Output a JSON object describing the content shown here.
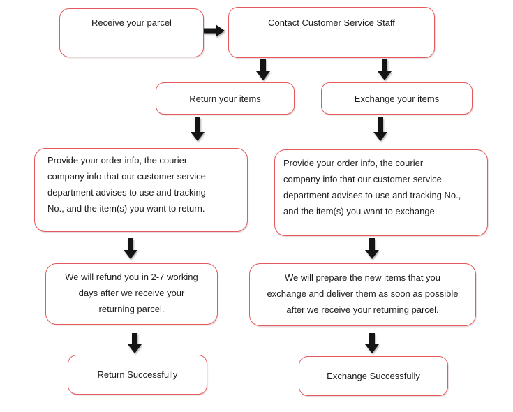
{
  "colors": {
    "box_border": "#e4595c",
    "box_background": "#ffffff",
    "arrow": "#141414",
    "text": "#1b1b1b",
    "page_background": "#ffffff"
  },
  "icons": {
    "right_arrow": "black-block-arrow-right",
    "down_arrow": "black-block-arrow-down"
  },
  "flowchart": {
    "receive": {
      "label": "Receive your parcel"
    },
    "contact": {
      "label": "Contact Customer Service Staff"
    },
    "return_branch": {
      "items": {
        "label": "Return your items"
      },
      "provide": {
        "lines": [
          "Provide your order info, the courier",
          "company info that our customer service",
          "department advises to use and tracking",
          "No., and the item(s) you want to return."
        ]
      },
      "refund": {
        "lines": [
          "We will refund you in 2-7 working",
          "days after we receive your",
          "returning parcel."
        ]
      },
      "success": {
        "label": "Return Successfully"
      }
    },
    "exchange_branch": {
      "items": {
        "label": "Exchange your items"
      },
      "provide": {
        "lines": [
          "Provide your order info, the courier",
          "company info that our customer service",
          "department advises to use and tracking No.,",
          "and the item(s) you want to exchange."
        ]
      },
      "prepare": {
        "lines": [
          "We will prepare the new items that you",
          "exchange  and deliver them as soon as possible",
          "after we receive your returning parcel."
        ]
      },
      "success": {
        "label": "Exchange Successfully"
      }
    }
  }
}
